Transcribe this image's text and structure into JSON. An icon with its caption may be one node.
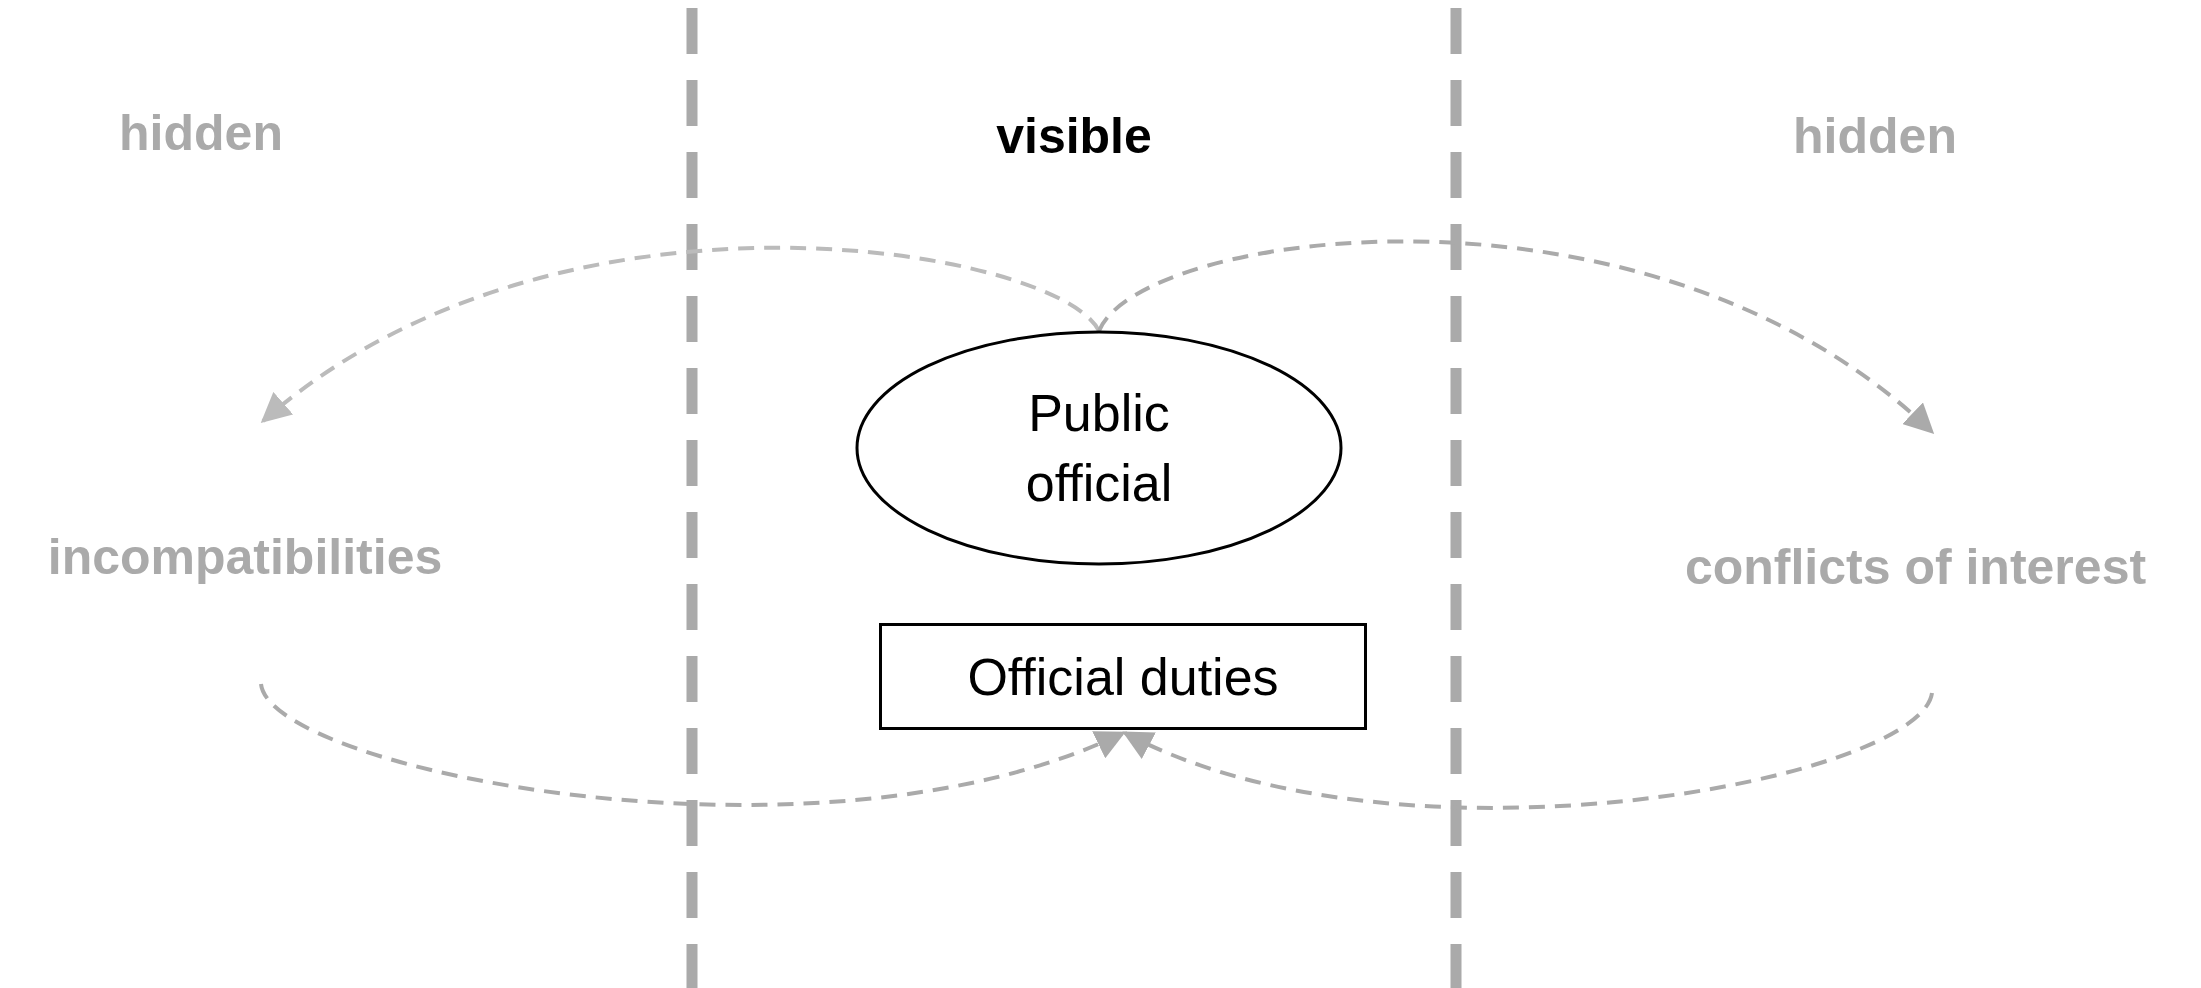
{
  "diagram": {
    "nodes": [
      {
        "text": [
          "Public official"
        ]
      },
      {
        "text": [
          "Official duties"
        ]
      },
      {
        "text": [
          "incompatibilities"
        ]
      },
      {
        "text": [
          "conflicts of interest"
        ]
      }
    ],
    "edges": [
      {
        "from": 0,
        "to": 2,
        "arrow": "to",
        "style": "dashed",
        "color": "#bbbbbb"
      },
      {
        "from": 0,
        "to": 3,
        "arrow": "to",
        "style": "dashed"
      },
      {
        "from": 2,
        "to": 1,
        "arrow": "to",
        "style": "dashed"
      },
      {
        "from": 3,
        "to": 1,
        "arrow": "to",
        "style": "dashed"
      }
    ],
    "labels": [
      "hidden",
      "visible",
      "hidden"
    ]
  }
}
